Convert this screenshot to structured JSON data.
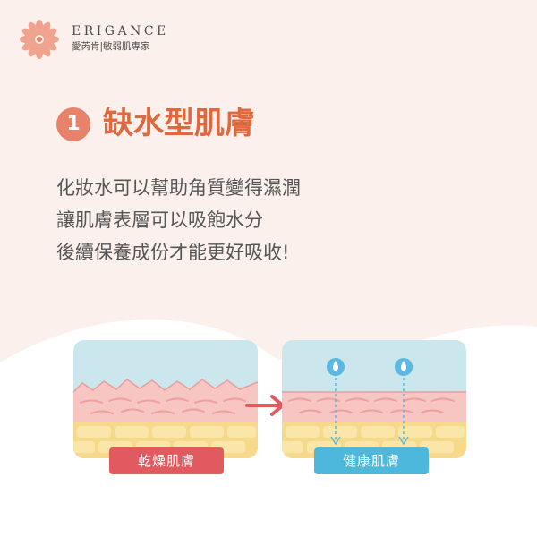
{
  "brand": {
    "name": "ERIGANCE",
    "tagline": "愛芮肯|敏弱肌專家",
    "logo_icon": "flower-logo-icon"
  },
  "colors": {
    "background": "#fbf0ec",
    "accent": "#e0673e",
    "badge": "#e8826a",
    "dry_tag": "#e05a5f",
    "healthy_tag": "#4eb8dc"
  },
  "step": {
    "number": "1",
    "title": "缺水型肌膚"
  },
  "description": [
    "化妝水可以幫助角質變得濕潤",
    "讓肌膚表層可以吸飽水分",
    "後續保養成份才能更好吸收!"
  ],
  "illustrations": {
    "dry": {
      "label": "乾燥肌膚",
      "icon": "dry-skin-layers-icon"
    },
    "arrow_icon": "right-arrow-icon",
    "healthy": {
      "label": "健康肌膚",
      "icon": "healthy-skin-layers-icon",
      "drop_icon": "water-drop-icon"
    }
  }
}
